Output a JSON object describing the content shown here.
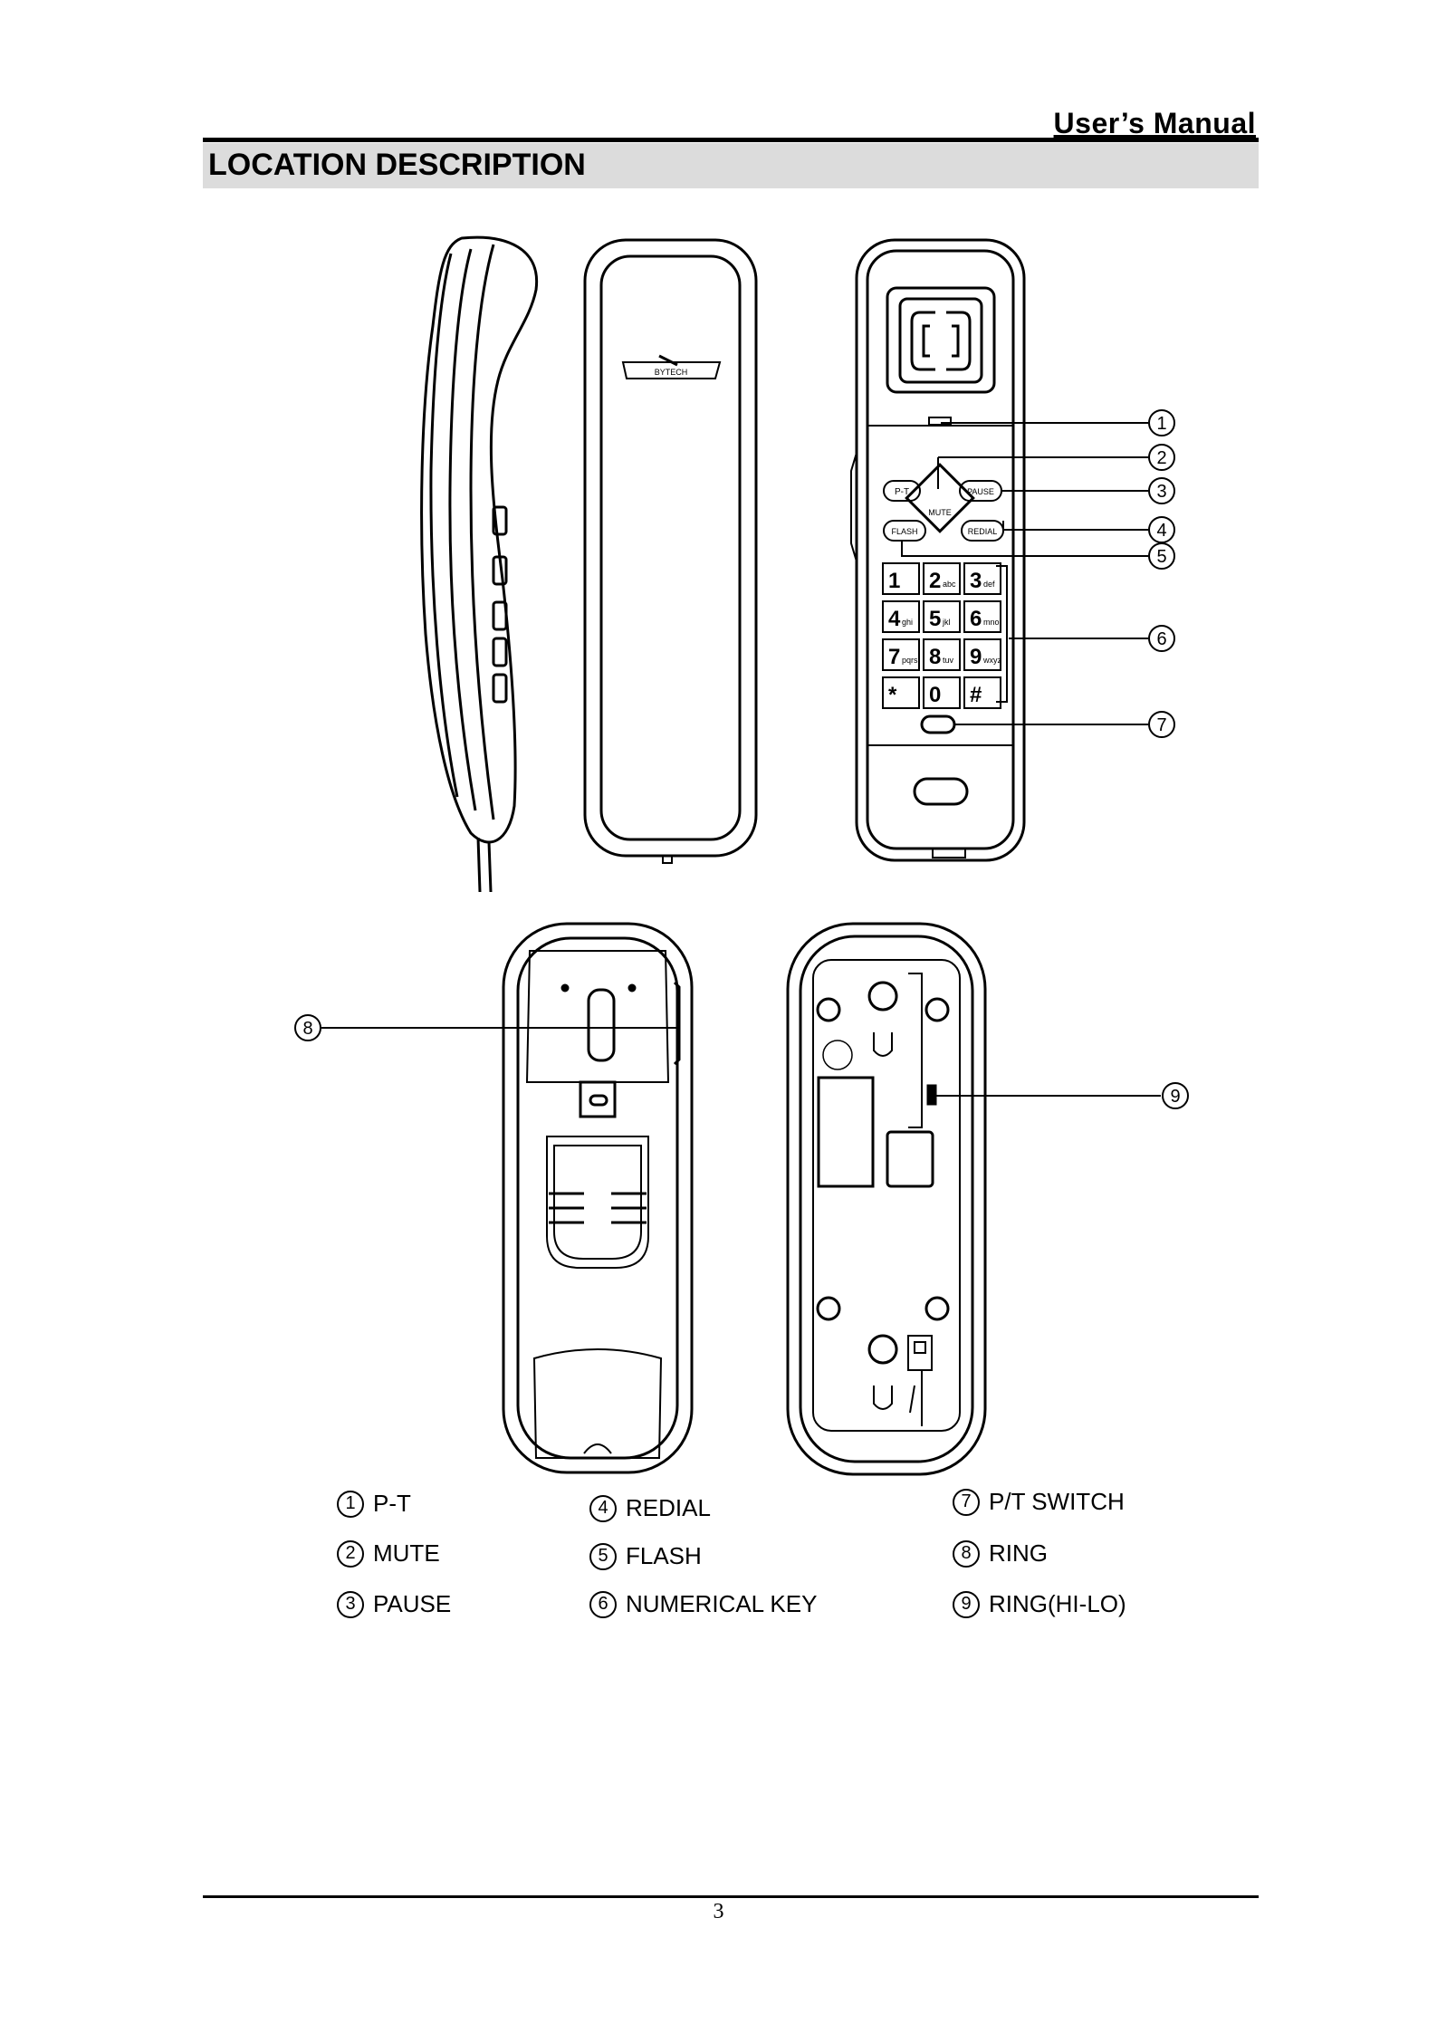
{
  "header": {
    "title": "User’s Manual"
  },
  "section": {
    "title": "LOCATION DESCRIPTION"
  },
  "phone_labels": {
    "brand": "BYTECH",
    "pt": "P-T",
    "mute": "MUTE",
    "pause": "PAUSE",
    "redial": "REDIAL",
    "flash": "FLASH",
    "keys": [
      {
        "digit": "1",
        "letters": ""
      },
      {
        "digit": "2",
        "letters": "abc"
      },
      {
        "digit": "3",
        "letters": "def"
      },
      {
        "digit": "4",
        "letters": "ghi"
      },
      {
        "digit": "5",
        "letters": "jkl"
      },
      {
        "digit": "6",
        "letters": "mno"
      },
      {
        "digit": "7",
        "letters": "pqrs"
      },
      {
        "digit": "8",
        "letters": "tuv"
      },
      {
        "digit": "9",
        "letters": "wxyz"
      },
      {
        "digit": "*",
        "letters": ""
      },
      {
        "digit": "0",
        "letters": ""
      },
      {
        "digit": "#",
        "letters": ""
      }
    ]
  },
  "callouts": [
    "1",
    "2",
    "3",
    "4",
    "5",
    "6",
    "7",
    "8",
    "9"
  ],
  "legend": [
    {
      "num": "1",
      "label": "P-T"
    },
    {
      "num": "2",
      "label": "MUTE"
    },
    {
      "num": "3",
      "label": "PAUSE"
    },
    {
      "num": "4",
      "label": "REDIAL"
    },
    {
      "num": "5",
      "label": "FLASH"
    },
    {
      "num": "6",
      "label": "NUMERICAL KEY"
    },
    {
      "num": "7",
      "label": "P/T SWITCH"
    },
    {
      "num": "8",
      "label": "RING"
    },
    {
      "num": "9",
      "label": "RING(HI-LO)"
    }
  ],
  "footer": {
    "page_number": "3"
  }
}
